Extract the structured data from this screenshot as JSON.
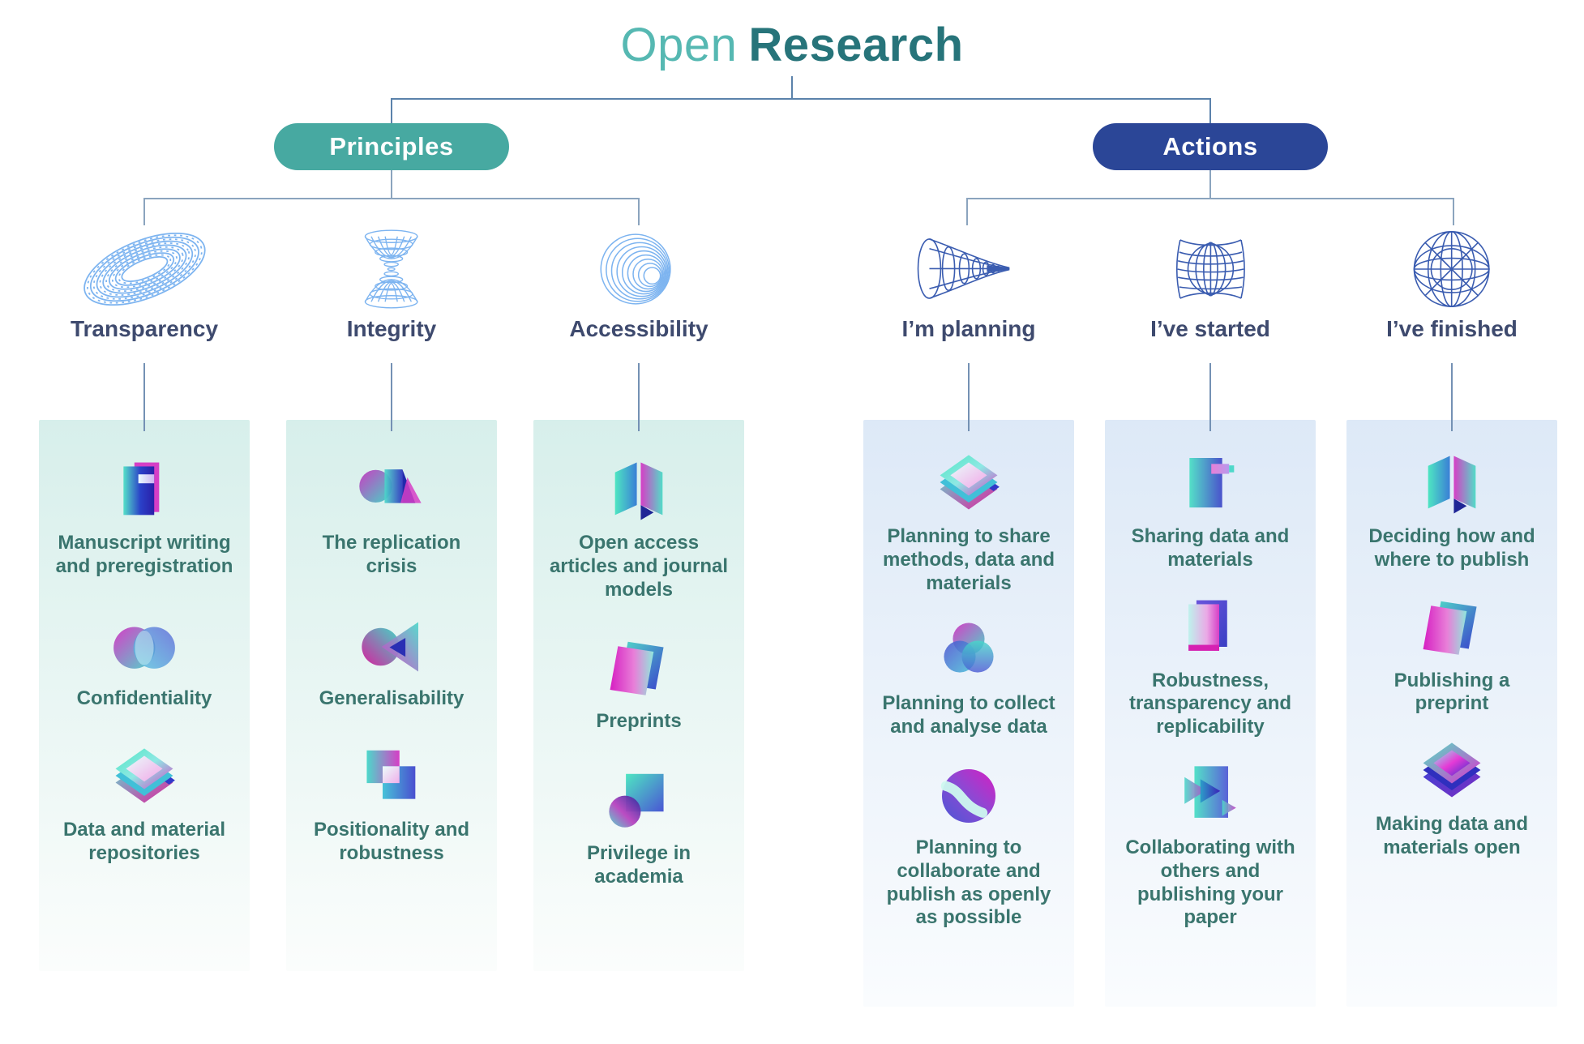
{
  "title": {
    "light": "Open",
    "bold": "Research"
  },
  "colors": {
    "title_light": "#56b8b2",
    "title_dark": "#27747a",
    "connector_top": "#5b82ab",
    "connector_group": "#8ba4be",
    "label_stub": "#7491b4",
    "header_label": "#3e4a6e",
    "item_label": "#3a756e"
  },
  "groups": [
    {
      "id": "principles",
      "label": "Principles",
      "pill_color": "#47a9a1",
      "wire_color": "#7db4f0",
      "panel_top": "#d7efeb",
      "panel_bottom": "#fbfdfc",
      "columns": [
        {
          "icon": "torus-wireframe-icon",
          "label": "Transparency",
          "items": [
            {
              "icon": "notebook-icon",
              "label": "Manuscript writing and preregistration"
            },
            {
              "icon": "venn-circles-icon",
              "label": "Confidentiality"
            },
            {
              "icon": "layered-diamonds-icon",
              "label": "Data and material repositories"
            }
          ]
        },
        {
          "icon": "hourglass-wireframe-icon",
          "label": "Integrity",
          "items": [
            {
              "icon": "circle-shapes-icon",
              "label": "The replication crisis"
            },
            {
              "icon": "circle-triangle-icon",
              "label": "Generalisability"
            },
            {
              "icon": "overlapping-squares-icon",
              "label": "Positionality and robustness"
            }
          ]
        },
        {
          "icon": "nested-circles-wireframe-icon",
          "label": "Accessibility",
          "items": [
            {
              "icon": "open-book-icon",
              "label": "Open access articles and journal models"
            },
            {
              "icon": "tilted-pages-icon",
              "label": "Preprints"
            },
            {
              "icon": "square-circle-icon",
              "label": "Privilege in academia"
            }
          ]
        }
      ]
    },
    {
      "id": "actions",
      "label": "Actions",
      "pill_color": "#2b4697",
      "wire_color": "#3a5cb0",
      "panel_top": "#dde9f7",
      "panel_bottom": "#fafcfe",
      "columns": [
        {
          "icon": "funnel-wireframe-icon",
          "label": "I’m planning",
          "items": [
            {
              "icon": "layered-diamonds-icon",
              "label": "Planning to share methods, data and materials"
            },
            {
              "icon": "three-circles-icon",
              "label": "Planning to collect and analyse data"
            },
            {
              "icon": "swirl-circle-icon",
              "label": "Planning to collaborate and publish as openly as possible"
            }
          ]
        },
        {
          "icon": "barrel-wireframe-icon",
          "label": "I’ve started",
          "items": [
            {
              "icon": "tabbed-notebook-icon",
              "label": "Sharing data and materials"
            },
            {
              "icon": "gradient-page-icon",
              "label": "Robustness, transparency and replicability"
            },
            {
              "icon": "play-shapes-icon",
              "label": "Collaborating with others and publishing your paper"
            }
          ]
        },
        {
          "icon": "globe-wireframe-icon",
          "label": "I’ve finished",
          "items": [
            {
              "icon": "open-book-icon",
              "label": "Deciding how and where to publish"
            },
            {
              "icon": "tilted-pages-icon",
              "label": "Publishing a preprint"
            },
            {
              "icon": "layered-diamonds-dark-icon",
              "label": "Making data and materials open"
            }
          ]
        }
      ]
    }
  ]
}
